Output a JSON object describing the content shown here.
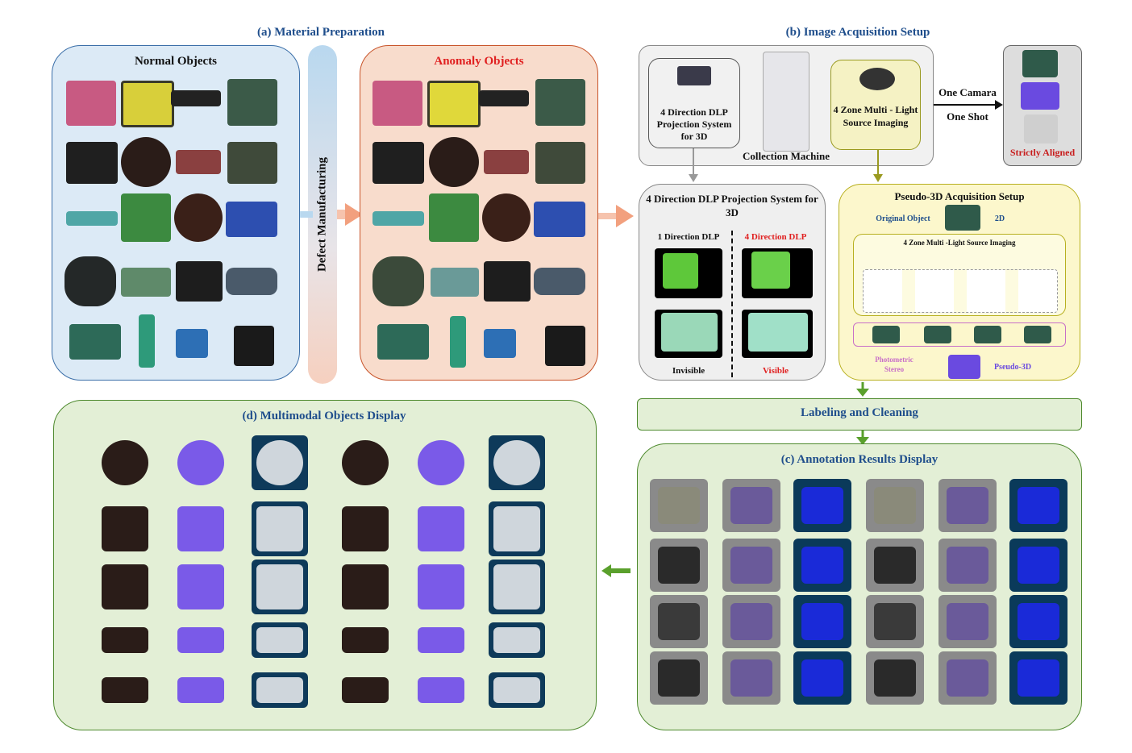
{
  "sections": {
    "a": "(a) Material Preparation",
    "b": "(b) Image Acquisition Setup",
    "c": "(c) Annotation Results Display",
    "d": "(d) Multimodal Objects Display"
  },
  "normal_objects": "Normal Objects",
  "anomaly_objects": "Anomaly Objects",
  "defect_manufacturing": "Defect Manufacturing",
  "acq": {
    "dlp_system": "4 Direction DLP Projection System for 3D",
    "collection_machine": "Collection Machine",
    "zone_imaging": "4 Zone Multi - Light Source Imaging",
    "one_camera": "One Camara",
    "one_shot": "One Shot",
    "strictly_aligned": "Strictly Aligned"
  },
  "dlp_panel": {
    "title": "4 Direction DLP Projection System for 3D",
    "one_dir": "1 Direction DLP",
    "four_dir": "4 Direction DLP",
    "invisible": "Invisible",
    "visible": "Visible"
  },
  "pseudo3d": {
    "title": "Pseudo-3D Acquisition Setup",
    "original_object": "Original Object",
    "label_2d": "2D",
    "zone_title": "4 Zone Multi -Light Source Imaging",
    "photometric": "Photometric Stereo",
    "pseudo3d": "Pseudo-3D"
  },
  "labeling": "Labeling and Cleaning",
  "colors": {
    "panel_a_normal_bg": "#dceaf6",
    "panel_a_anomaly_bg": "#f8dccc",
    "panel_d_bg": "#e3efd6",
    "green_border": "#4e8a2e",
    "title_blue": "#1f4e8c",
    "red": "#e02020",
    "arrow_orange": "#f2a07e",
    "arrow_green": "#5aa02c"
  }
}
